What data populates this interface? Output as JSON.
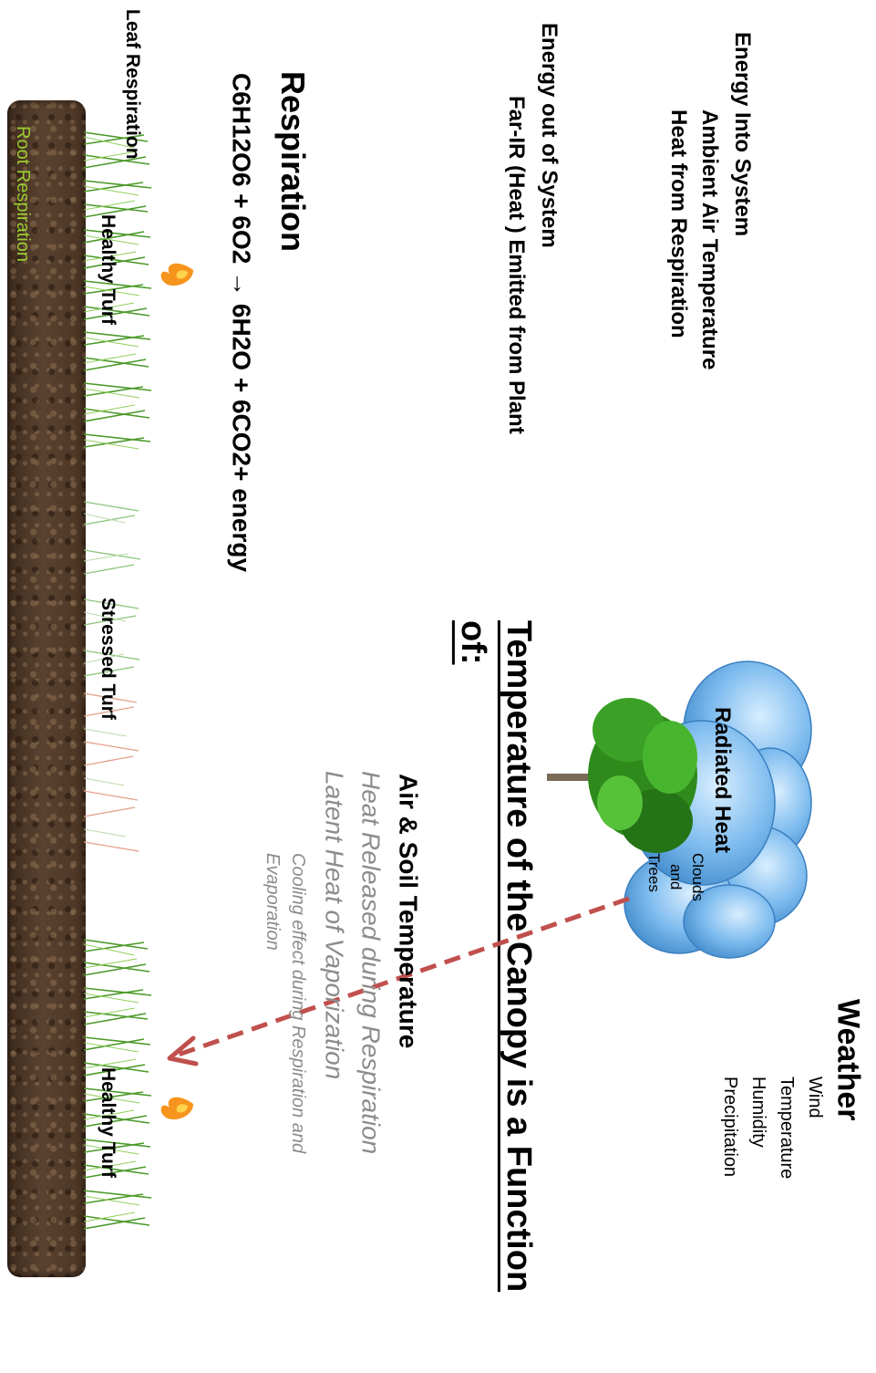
{
  "energy_in": {
    "title": "Energy Into System",
    "items": [
      "Ambient  Air Temperature",
      "Heat from Respiration"
    ]
  },
  "energy_out": {
    "title": "Energy  out of System",
    "item": "Far-IR (Heat ) Emitted from Plant"
  },
  "weather": {
    "title": "Weather",
    "items": [
      "Wind",
      "Temperature",
      "Humidity",
      "Precipitation"
    ]
  },
  "canopy": {
    "title_line1": "Temperature of the Canopy is a Function",
    "title_line2": "of:"
  },
  "radiated": {
    "title": "Radiated  Heat",
    "line1": "Clouds",
    "line2": "and",
    "line3": "Trees"
  },
  "air_soil": {
    "title": "Air & Soil Temperature",
    "heat_released": "Heat Released during Respiration",
    "latent": "Latent Heat of Vaporization",
    "cooling1": "Cooling effect during Respiration and",
    "cooling2": "Evaporation"
  },
  "respiration": {
    "title": "Respiration",
    "equation": "C6H12O6 + 6O2 → 6H2O + 6CO2+ energy"
  },
  "turf": {
    "leaf_respiration": "Leaf Respiration",
    "healthy_1": "Healthy Turf",
    "stressed": "Stressed Turf",
    "healthy_2": "Healthy Turf",
    "root_respiration": "Root Respiration"
  },
  "colors": {
    "arrow": "#c0504d",
    "cloud": "#5fa8e0",
    "tree": "#2e8b1e",
    "gray_text": "#8c8c8c",
    "root_text": "#9acd32",
    "flame": "#f7941d"
  }
}
